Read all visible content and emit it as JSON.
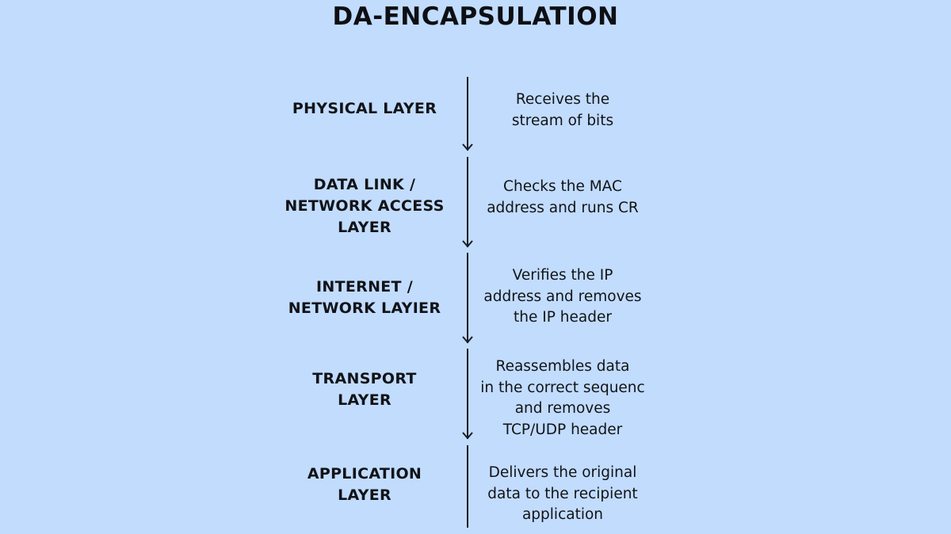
{
  "title": "DA-ENCAPSULATION",
  "background_color": "#c2dcfd",
  "layers": [
    {
      "label_lines": [
        "PHYSICAL LAYER"
      ],
      "description_lines": [
        "Receives the",
        "stream of bits"
      ],
      "arrow": "arrow-down"
    },
    {
      "label_lines": [
        "DATA LINK /",
        "NETWORK ACCESS",
        "LAYER"
      ],
      "description_lines": [
        "Checks the MAC",
        "address and runs CR"
      ],
      "arrow": "arrow-down"
    },
    {
      "label_lines": [
        "INTERNET /",
        "NETWORK LAYIER"
      ],
      "description_lines": [
        "Verifies the IP",
        "address and removes",
        "the IP header"
      ],
      "arrow": "arrow-down"
    },
    {
      "label_lines": [
        "TRANSPORT",
        "LAYER"
      ],
      "description_lines": [
        "Reassembles data",
        "in the correct sequenc",
        "and removes",
        "TCP/UDP header"
      ],
      "arrow": "arrow-down"
    },
    {
      "label_lines": [
        "APPLICATION",
        "LAYER"
      ],
      "description_lines": [
        "Delivers the original",
        "data to the recipient",
        "application"
      ],
      "arrow": "none"
    }
  ]
}
